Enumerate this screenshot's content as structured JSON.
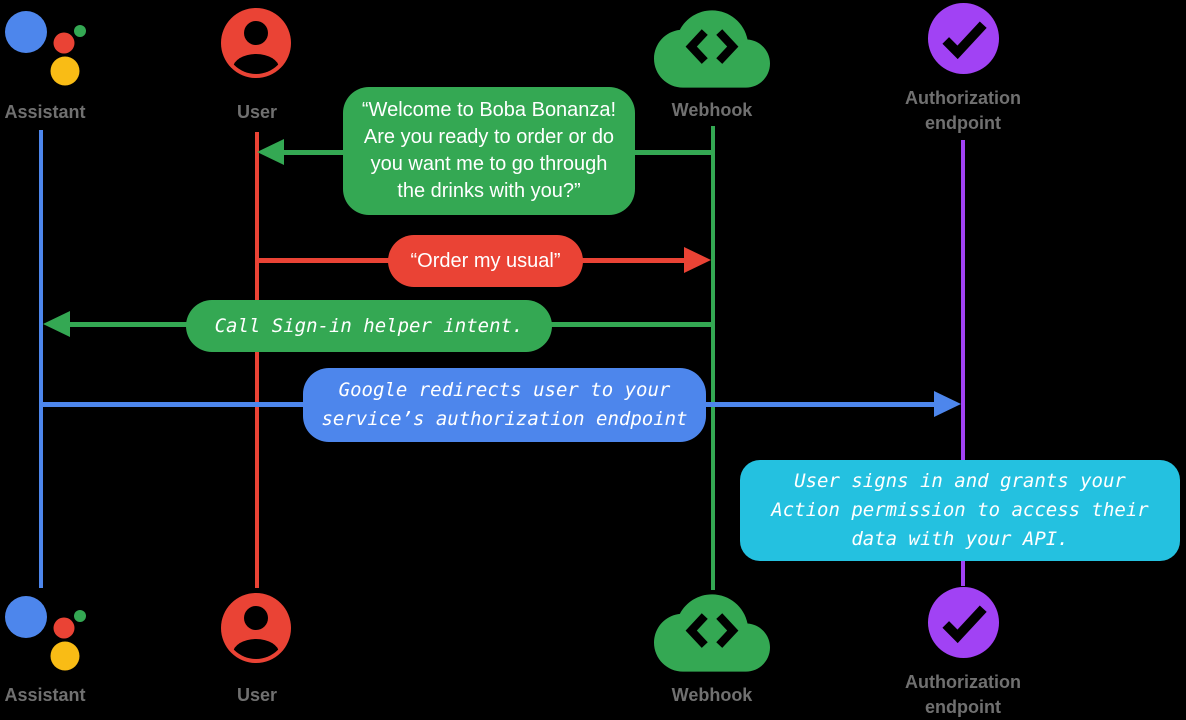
{
  "colors": {
    "assistant_blue": "#4D86EC",
    "user_red": "#EA4335",
    "webhook_green": "#34A853",
    "authorization_purple": "#A142F4",
    "note_cyan": "#24C1E0",
    "assistant_yellow": "#F9BC15",
    "label_gray": "#707070",
    "message_text": "#FFFFFF"
  },
  "actors": [
    {
      "id": "assistant",
      "label": "Assistant",
      "icon": "google-assistant-icon",
      "color": "#4D86EC"
    },
    {
      "id": "user",
      "label": "User",
      "icon": "user-icon",
      "color": "#EA4335"
    },
    {
      "id": "webhook",
      "label": "Webhook",
      "icon": "cloud-code-icon",
      "color": "#34A853"
    },
    {
      "id": "authorization-endpoint",
      "label": "Authorization\nendpoint",
      "icon": "check-circle-icon",
      "color": "#A142F4"
    }
  ],
  "messages": [
    {
      "id": "welcome",
      "from": "webhook",
      "to": "user",
      "style": "speech-bubble",
      "color": "#34A853",
      "text": "“Welcome to Boba Bonanza!\nAre you ready to order or do\nyou want me to go through\nthe drinks with you?”"
    },
    {
      "id": "order",
      "from": "user",
      "to": "webhook",
      "style": "speech-bubble",
      "color": "#EA4335",
      "text": "“Order my usual”"
    },
    {
      "id": "sign-in-helper",
      "from": "webhook",
      "to": "assistant",
      "style": "code",
      "color": "#34A853",
      "text": "Call Sign-in helper intent."
    },
    {
      "id": "redirect",
      "from": "assistant",
      "to": "authorization-endpoint",
      "style": "code",
      "color": "#4D86EC",
      "text": "Google redirects user to your\nservice’s authorization endpoint"
    },
    {
      "id": "sign-in-note",
      "attached_to": "authorization-endpoint",
      "style": "code-note",
      "color": "#24C1E0",
      "text": "User signs in and grants your\nAction permission to access their\ndata with your API."
    }
  ]
}
